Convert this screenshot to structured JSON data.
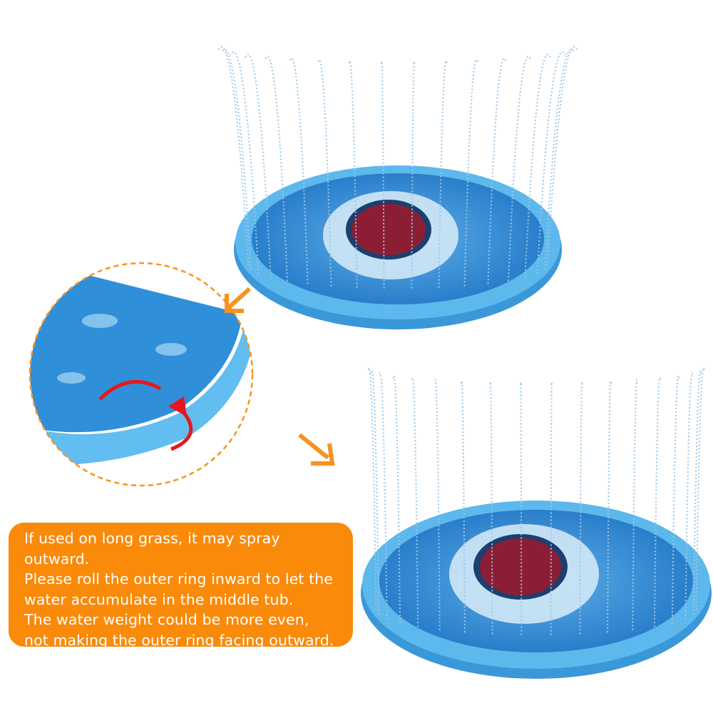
{
  "note": {
    "lines": [
      "If used on long grass, it may spray",
      "outward.",
      "Please roll the outer ring inward to let the",
      "water accumulate in the middle tub.",
      "The water weight could be more even,",
      "not making the outer ring facing outward."
    ]
  },
  "colors": {
    "accent": "#f98a0a",
    "ring": "#4aa8e0",
    "water": "#2f86d0",
    "shark_mouth": "#8b1e35",
    "curl_arrow": "#e8161b"
  },
  "icons": [
    "arrow-down-left-icon",
    "arrow-down-right-icon",
    "curl-arrow-icon"
  ]
}
